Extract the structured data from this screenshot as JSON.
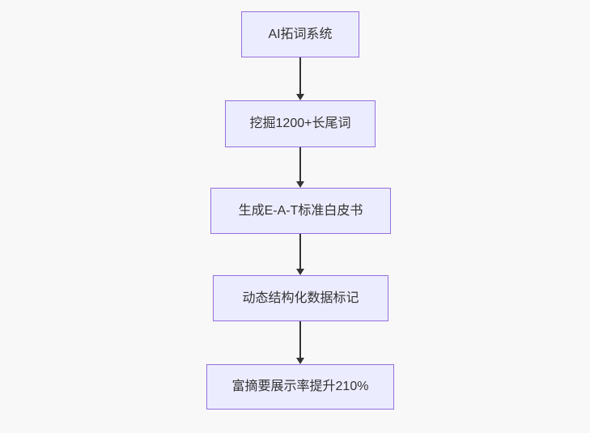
{
  "page": {
    "background_color": "#f8f8f8"
  },
  "flowchart": {
    "type": "flowchart",
    "direction": "top-down",
    "node_fill_color": "#ECECFF",
    "node_border_color": "#9370DB",
    "arrow_color": "#333333",
    "text_color": "#333333",
    "nodes": [
      {
        "id": "n1",
        "label": "AI拓词系统"
      },
      {
        "id": "n2",
        "label": "挖掘1200+长尾词"
      },
      {
        "id": "n3",
        "label": "生成E-A-T标准白皮书"
      },
      {
        "id": "n4",
        "label": "动态结构化数据标记"
      },
      {
        "id": "n5",
        "label": "富摘要展示率提升210%"
      }
    ],
    "edges": [
      {
        "from": "n1",
        "to": "n2"
      },
      {
        "from": "n2",
        "to": "n3"
      },
      {
        "from": "n3",
        "to": "n4"
      },
      {
        "from": "n4",
        "to": "n5"
      }
    ]
  }
}
